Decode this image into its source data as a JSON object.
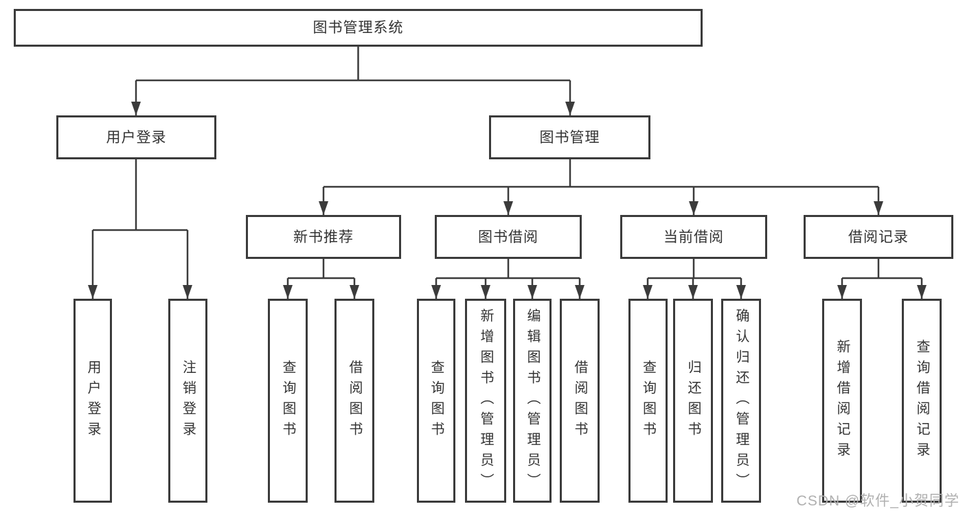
{
  "style": {
    "line_color": "#3b3b3b",
    "text_color": "#333333",
    "watermark_color": "#b0b0b0",
    "background": "#ffffff"
  },
  "diagram": {
    "root": {
      "label": "图书管理系统"
    },
    "level2": {
      "user_login": {
        "label": "用户登录"
      },
      "book_management": {
        "label": "图书管理"
      }
    },
    "level3": {
      "new_book_recommend": {
        "label": "新书推荐"
      },
      "book_borrow": {
        "label": "图书借阅"
      },
      "current_borrow": {
        "label": "当前借阅"
      },
      "borrow_record": {
        "label": "借阅记录"
      }
    },
    "leaves": {
      "user_login": [
        "用户登录",
        "注销登录"
      ],
      "new_book_recommend": [
        "查询图书",
        "借阅图书"
      ],
      "book_borrow": [
        "查询图书",
        "新增图书（管理员）",
        "编辑图书（管理员）",
        "借阅图书"
      ],
      "current_borrow": [
        "查询图书",
        "归还图书",
        "确认归还（管理员）"
      ],
      "borrow_record": [
        "新增借阅记录",
        "查询借阅记录"
      ]
    }
  },
  "watermark": {
    "text": "CSDN @软件_小贺同学"
  }
}
